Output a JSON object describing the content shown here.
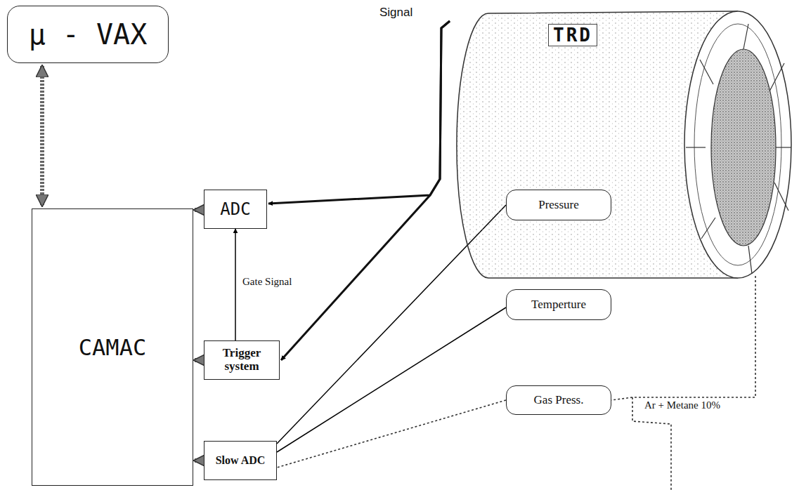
{
  "diagram": {
    "nodes": [
      {
        "text": [
          "μ - VAX"
        ]
      },
      {
        "text": [
          "TRD"
        ]
      },
      {
        "text": [
          "CAMAC"
        ]
      },
      {
        "text": [
          "ADC"
        ]
      },
      {
        "text": [
          "Pressure"
        ]
      },
      {
        "text": [
          "Trigger system"
        ]
      },
      {
        "text": [
          "Temperture"
        ]
      },
      {
        "text": [
          "Slow ADC"
        ]
      },
      {
        "text": [
          "Gas Press."
        ]
      }
    ],
    "edges": [
      {
        "from": 0,
        "to": 2,
        "arrow": "both"
      },
      {
        "from": 3,
        "to": 2,
        "arrow": "to"
      },
      {
        "from": 5,
        "to": 2,
        "arrow": "to"
      },
      {
        "from": 7,
        "to": 2,
        "arrow": "to"
      },
      {
        "from": 5,
        "to": 3,
        "label": "Gate Signal",
        "arrow": "to"
      },
      {
        "from": 1,
        "to": 3,
        "arrow": "to"
      },
      {
        "from": 1,
        "to": 5,
        "arrow": "to"
      },
      {
        "from": 4,
        "to": 7,
        "arrow": "none"
      },
      {
        "from": 6,
        "to": 7,
        "arrow": "none"
      },
      {
        "from": 8,
        "to": 7,
        "arrow": "none"
      },
      {
        "from": 1,
        "to": 8,
        "label": "Ar + Metane 10%",
        "arrow": "none"
      }
    ],
    "labels": [
      "Signal"
    ]
  }
}
